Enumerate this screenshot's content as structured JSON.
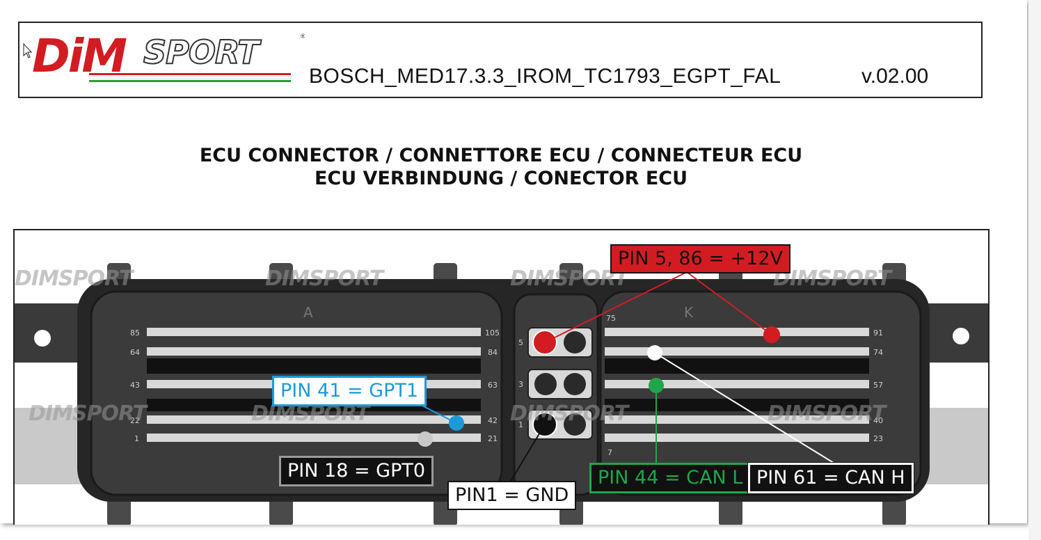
{
  "header": {
    "brand": "DIMSPORT",
    "document_title": "BOSCH_MED17.3.3_IROM_TC1793_EGPT_FAL",
    "version": "v.02.00"
  },
  "headings": {
    "line1": "ECU CONNECTOR / CONNETTORE ECU / CONNECTEUR ECU",
    "line2": "ECU VERBINDUNG / CONECTOR ECU"
  },
  "connector": {
    "left_block_letter": "A",
    "right_block_letter": "K",
    "left_pin_numbers": [
      "85",
      "64",
      "43",
      "22",
      "1"
    ],
    "left_end_numbers": [
      "105",
      "84",
      "63",
      "42",
      "21"
    ],
    "middle_pin_numbers": [
      "5",
      "3",
      "1"
    ],
    "right_top_number": "75",
    "right_bottom_number": "7",
    "right_end_numbers": [
      "91",
      "74",
      "57",
      "40",
      "23"
    ],
    "watermark": "DIMSPORT"
  },
  "labels": {
    "power": "PIN 5, 86 = +12V",
    "gpt1": "PIN 41 = GPT1",
    "gpt0": "PIN 18 = GPT0",
    "gnd": "PIN1 = GND",
    "can_l": "PIN 44 = CAN L",
    "can_h": "PIN 61 = CAN H"
  },
  "colors": {
    "power": "#d31c22",
    "gpt1": "#1b9ad8",
    "gpt0": "#c8c8c8",
    "gnd": "#111111",
    "can_l": "#1fa64a",
    "can_h": "#ffffff",
    "brand_red": "#d31c22",
    "brand_green": "#2a9a3c"
  }
}
